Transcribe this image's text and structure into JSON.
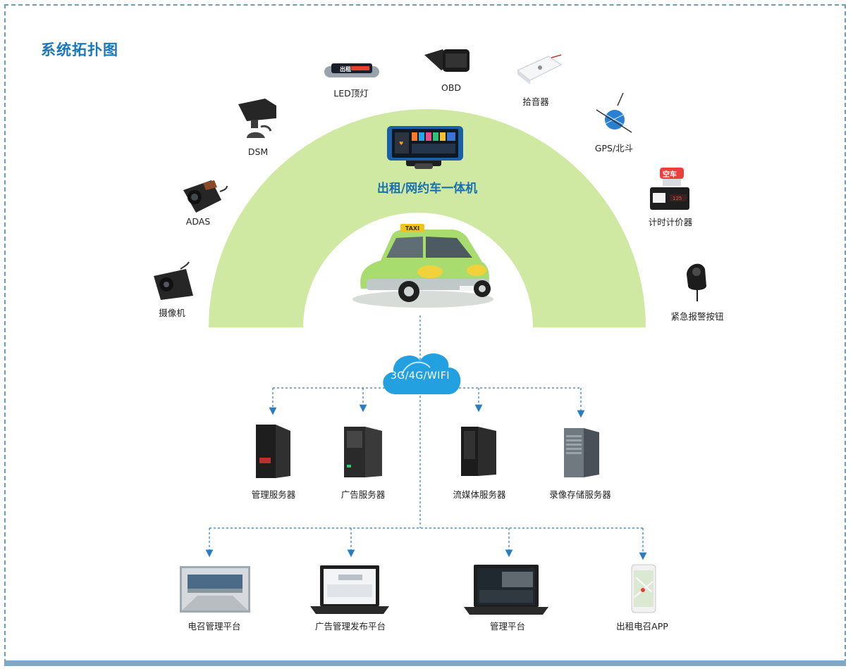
{
  "title": "系统拓扑图",
  "main_device": "出租/网约车一体机",
  "network": "3G/4G/WIFI",
  "car_sign": "TAXI",
  "led_text": "出租",
  "taxi_light_text": "空车",
  "peripherals": [
    {
      "label": "LED顶灯",
      "icon": "led-light-icon"
    },
    {
      "label": "OBD",
      "icon": "obd-icon"
    },
    {
      "label": "拾音器",
      "icon": "microphone-icon"
    },
    {
      "label": "GPS/北斗",
      "icon": "satellite-icon"
    },
    {
      "label": "计时计价器",
      "icon": "taximeter-icon"
    },
    {
      "label": "紧急报警按钮",
      "icon": "alarm-button-icon"
    },
    {
      "label": "DSM",
      "icon": "dsm-camera-icon"
    },
    {
      "label": "ADAS",
      "icon": "adas-camera-icon"
    },
    {
      "label": "摄像机",
      "icon": "camera-icon"
    }
  ],
  "servers": [
    {
      "label": "管理服务器"
    },
    {
      "label": "广告服务器"
    },
    {
      "label": "流媒体服务器"
    },
    {
      "label": "录像存储服务器"
    }
  ],
  "platforms": [
    {
      "label": "电召管理平台"
    },
    {
      "label": "广告管理发布平台"
    },
    {
      "label": "管理平台"
    },
    {
      "label": "出租电召APP"
    }
  ],
  "colors": {
    "arc": "#cfe9a3",
    "accent": "#1a78b8",
    "connector": "#2b7cc0",
    "frame": "#6a9dc0"
  }
}
